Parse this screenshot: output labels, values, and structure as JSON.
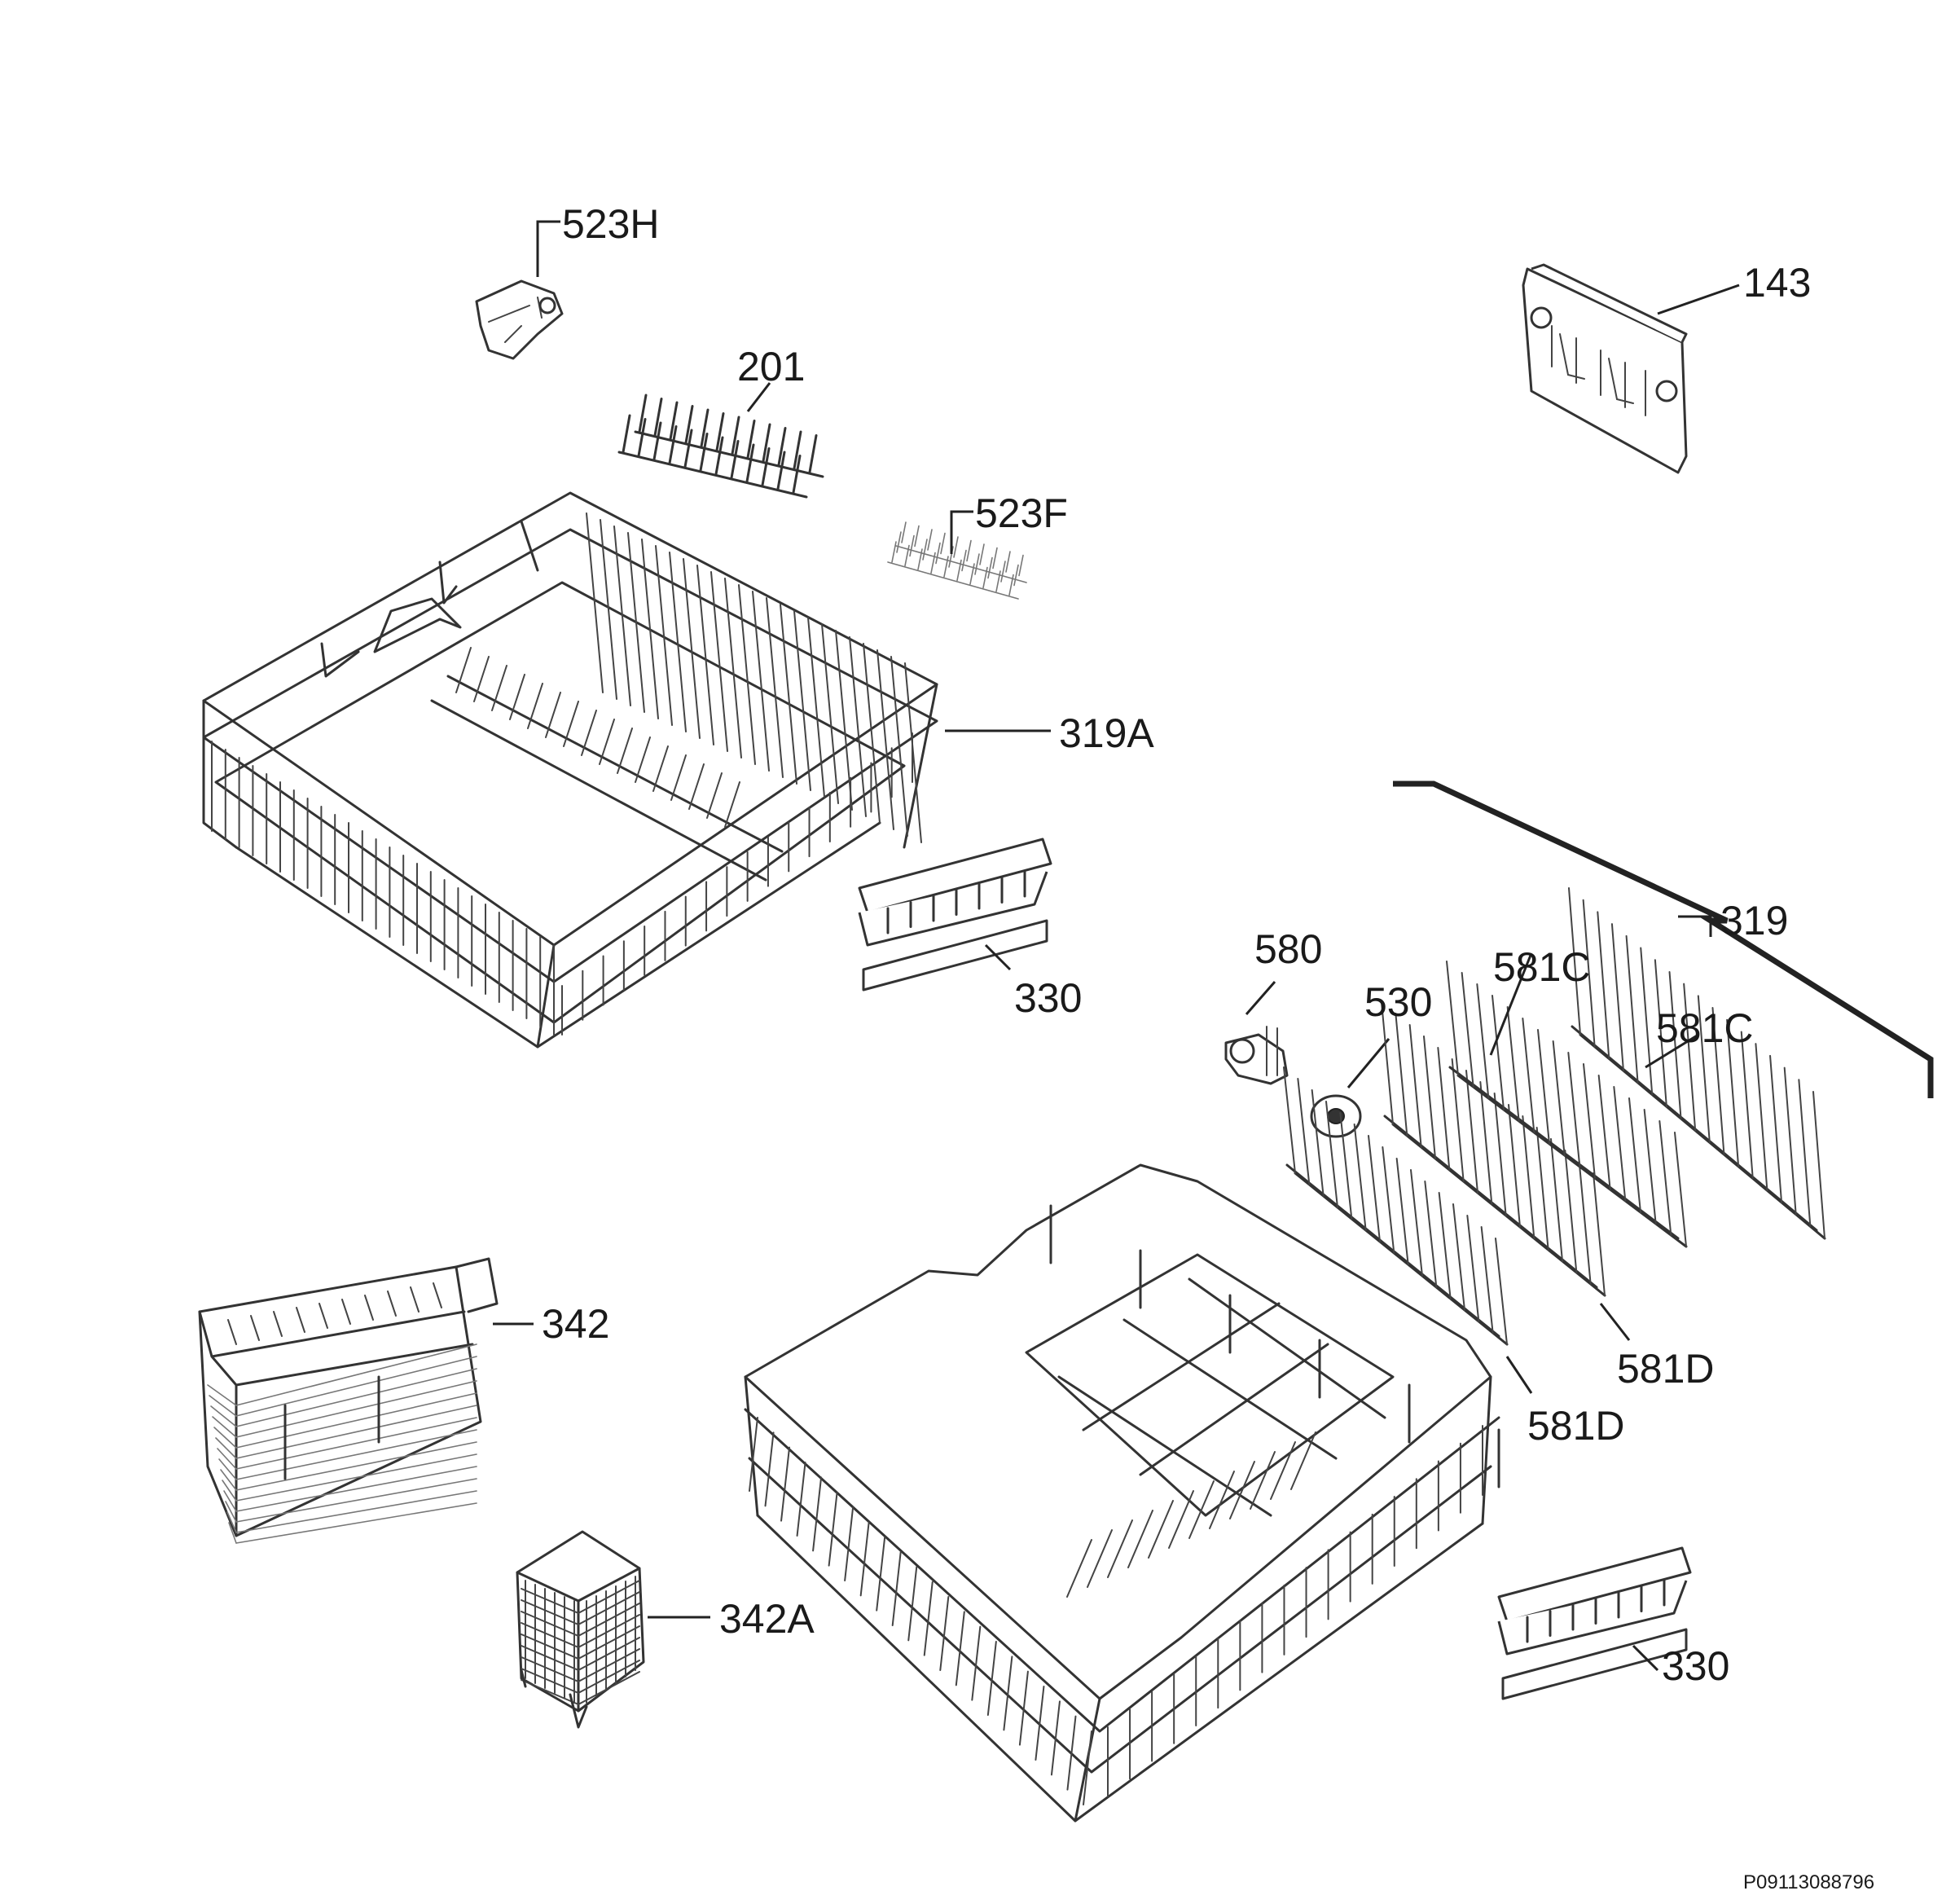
{
  "callouts": {
    "c523H": "523H",
    "c201": "201",
    "c523F": "523F",
    "c143": "143",
    "c319A": "319A",
    "c319": "319",
    "c330_upper": "330",
    "c580": "580",
    "c530": "530",
    "c581C_left": "581C",
    "c581C_right": "581C",
    "c581D_right": "581D",
    "c581D_left": "581D",
    "c342": "342",
    "c342A": "342A",
    "c330_lower": "330"
  },
  "document_id": "P09113088796",
  "colors": {
    "line": "#333333",
    "background": "#ffffff"
  }
}
